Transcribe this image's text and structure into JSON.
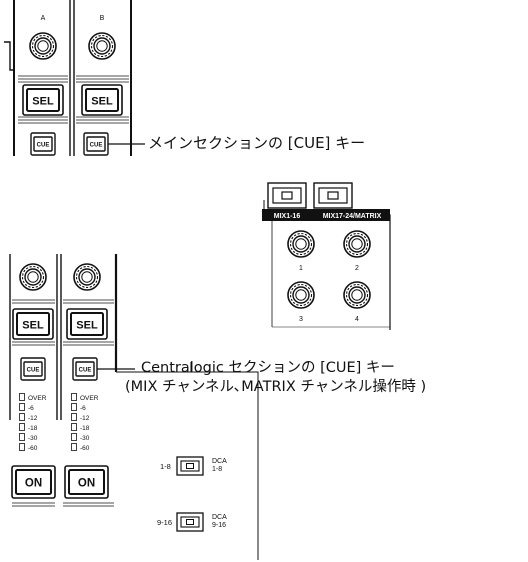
{
  "top_section": {
    "channels": [
      {
        "header": "A",
        "sel_label": "SEL",
        "cue_label": "CUE"
      },
      {
        "header": "B",
        "sel_label": "SEL",
        "cue_label": "CUE"
      }
    ],
    "callout": "メインセクションの [CUE] キー"
  },
  "mix_panel": {
    "button_labels": [
      "MIX1-16",
      "MIX17-24/MATRIX"
    ],
    "knob_numbers": [
      "1",
      "2",
      "3",
      "4"
    ]
  },
  "centralogic": {
    "channels": [
      {
        "sel_label": "SEL",
        "cue_label": "CUE",
        "on_label": "ON"
      },
      {
        "sel_label": "SEL",
        "cue_label": "CUE",
        "on_label": "ON"
      }
    ],
    "meter_labels": [
      "OVER",
      "-6",
      "-12",
      "-18",
      "-30",
      "-60"
    ],
    "callout_line1": "Centralogic セクションの [CUE] キー",
    "callout_line2": "(MIX チャンネル､MATRIX チャンネル操作時 )"
  },
  "dca": {
    "rows": [
      {
        "left_label": "1-8",
        "right_top": "DCA",
        "right_bottom": "1-8"
      },
      {
        "left_label": "9-16",
        "right_top": "DCA",
        "right_bottom": "9-16"
      }
    ]
  }
}
